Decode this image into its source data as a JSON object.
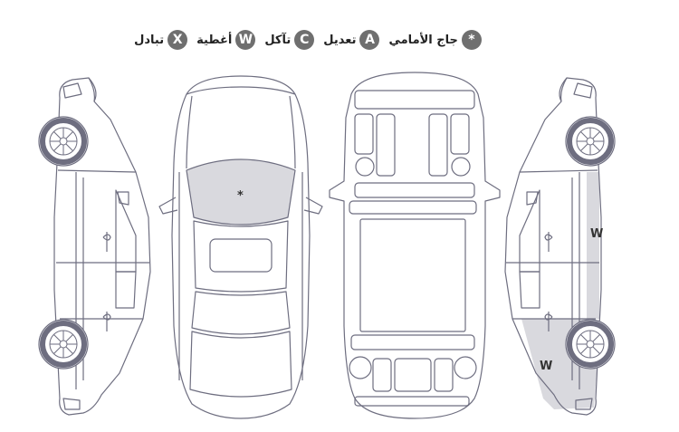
{
  "legend": [
    {
      "symbol": "*",
      "label": "جاج الأمامي"
    },
    {
      "symbol": "A",
      "label": "تعديل"
    },
    {
      "symbol": "C",
      "label": "تآكل"
    },
    {
      "symbol": "W",
      "label": "أغطية"
    },
    {
      "symbol": "X",
      "label": "تبادل"
    }
  ],
  "marks": {
    "windshield": "*",
    "right_rear_door": "W",
    "right_rear_quarter": "W"
  },
  "colors": {
    "outline": "#6e6e80",
    "damage_fill": "#d9d9de",
    "badge": "#6f6f6f"
  }
}
